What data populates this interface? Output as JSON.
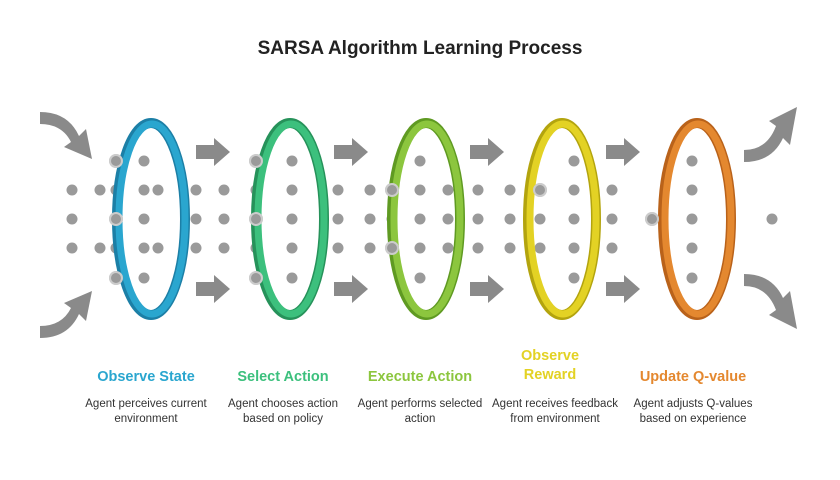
{
  "title": "SARSA Algorithm Learning Process",
  "steps": [
    {
      "label": "Observe State",
      "description": "Agent perceives current environment",
      "color": "#2aa6cf",
      "color_dark": "#1c7fa6"
    },
    {
      "label": "Select Action",
      "description": "Agent chooses action based on policy",
      "color": "#3cc07d",
      "color_dark": "#26925a"
    },
    {
      "label": "Execute Action",
      "description": "Agent performs selected action",
      "color": "#8cc63e",
      "color_dark": "#5f9a22"
    },
    {
      "label": "Observe Reward",
      "description": "Agent receives feedback from environment",
      "color": "#e3d224",
      "color_dark": "#b3a40e"
    },
    {
      "label": "Update Q-value",
      "description": "Agent adjusts Q-values based on experience",
      "color": "#e4882f",
      "color_dark": "#b9621a"
    }
  ],
  "colors": {
    "arrow": "#8a8a8a",
    "dot": "#9a9a9a",
    "dot_ring": "#cccccc"
  }
}
